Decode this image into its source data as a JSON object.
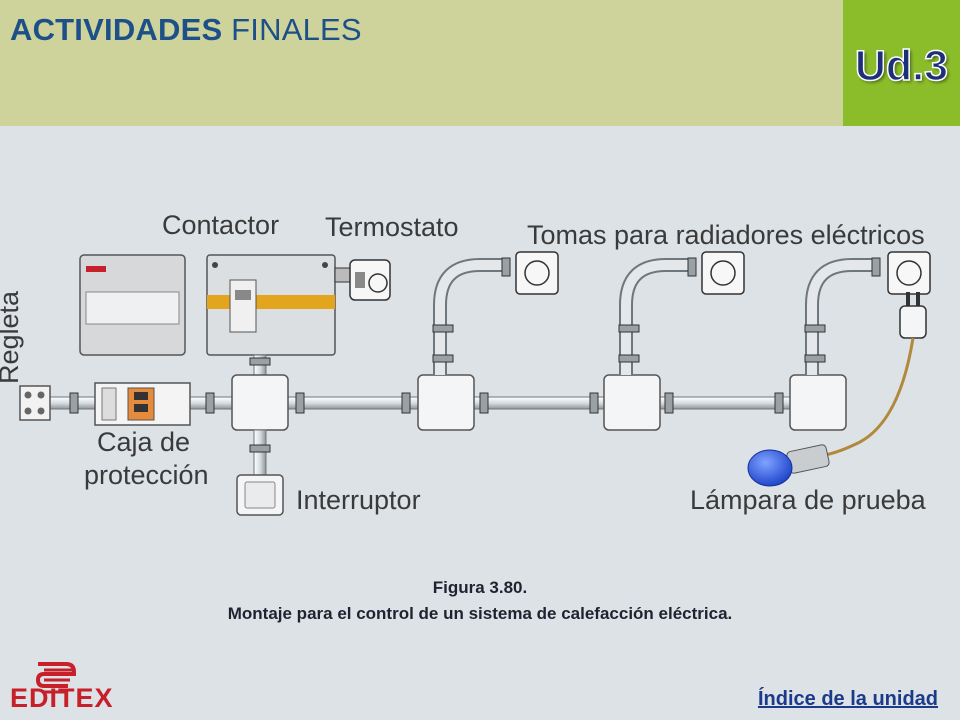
{
  "header": {
    "title_bold": "ACTIVIDADES",
    "title_rest": "FINALES",
    "unit": "Ud.3",
    "bg_color": "#cdd39a",
    "unit_bg_color": "#8bbd2a",
    "title_color": "#1d4f88"
  },
  "diagram": {
    "labels": {
      "contactor": "Contactor",
      "termostato": "Termostato",
      "tomas": "Tomas para radiadores eléctricos",
      "regleta": "Regleta",
      "caja_1": "Caja de",
      "caja_2": "protección",
      "interruptor": "Interruptor",
      "lampara": "Lámpara de prueba"
    }
  },
  "caption": {
    "line1": "Figura 3.80.",
    "line2": "Montaje para el control de un sistema de calefacción eléctrica."
  },
  "footer": {
    "logo_text": "EDITEX",
    "index_link": "Índice de la unidad"
  }
}
